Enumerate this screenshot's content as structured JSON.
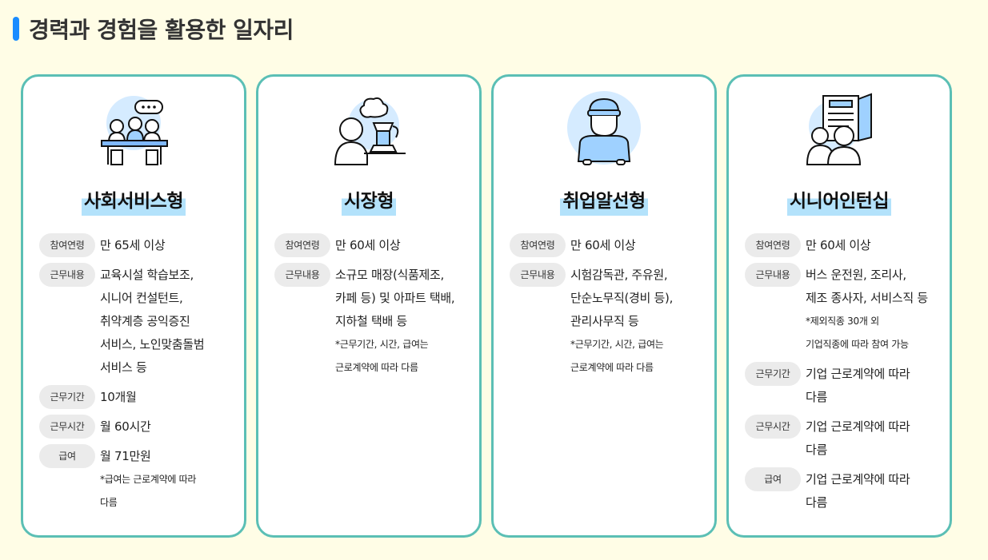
{
  "page": {
    "title": "경력과 경험을 활용한 일자리"
  },
  "colors": {
    "accent_bar": "#1a8cff",
    "card_border": "#5bbfb5",
    "title_highlight": "#b3e2fb",
    "badge_bg": "#ebebeb",
    "page_bg": "#fffde6"
  },
  "cards": [
    {
      "icon": "social-service-meeting-icon",
      "title": "사회서비스형",
      "rows": [
        {
          "label": "참여연령",
          "lines": [
            "만 65세 이상"
          ]
        },
        {
          "label": "근무내용",
          "lines": [
            "교육시설 학습보조,",
            "시니어 컨설턴트,",
            "취약계층 공익증진",
            "서비스, 노인맞춤돌범",
            "서비스 등"
          ]
        },
        {
          "label": "근무기간",
          "lines": [
            "10개월"
          ]
        },
        {
          "label": "근무시간",
          "lines": [
            "월 60시간"
          ]
        },
        {
          "label": "급여",
          "lines": [
            "월 71만원"
          ],
          "notes": [
            "*급여는 근로계약에 따라",
            "다름"
          ]
        }
      ]
    },
    {
      "icon": "market-cafe-worker-icon",
      "title": "시장형",
      "rows": [
        {
          "label": "참여연령",
          "lines": [
            "만 60세 이상"
          ]
        },
        {
          "label": "근무내용",
          "lines": [
            "소규모 매장(식품제조,",
            "카페 등) 및 아파트 택배,",
            "지하철 택배 등"
          ],
          "notes": [
            "*근무기간, 시간, 급여는",
            "근로계약에 따라 다름"
          ]
        }
      ]
    },
    {
      "icon": "job-placement-worker-icon",
      "title": "취업알선형",
      "rows": [
        {
          "label": "참여연령",
          "lines": [
            "만 60세 이상"
          ]
        },
        {
          "label": "근무내용",
          "lines": [
            "시험감독관, 주유원,",
            "단순노무직(경비 등),",
            "관리사무직 등"
          ],
          "notes": [
            "*근무기간, 시간, 급여는",
            "근로계약에 따라 다름"
          ]
        }
      ]
    },
    {
      "icon": "senior-intern-book-icon",
      "title": "시니어인턴십",
      "rows": [
        {
          "label": "참여연령",
          "lines": [
            "만 60세 이상"
          ]
        },
        {
          "label": "근무내용",
          "lines": [
            "버스 운전원, 조리사,",
            "제조 종사자, 서비스직 등"
          ],
          "notes": [
            "*제외직종 30개 외",
            "기업직종에 따라 참여 가능"
          ]
        },
        {
          "label": "근무기간",
          "lines": [
            "기업 근로계약에 따라",
            "다름"
          ]
        },
        {
          "label": "근무시간",
          "lines": [
            "기업 근로계약에 따라",
            "다름"
          ]
        },
        {
          "label": "급여",
          "lines": [
            "기업 근로계약에 따라",
            "다름"
          ]
        }
      ]
    }
  ]
}
